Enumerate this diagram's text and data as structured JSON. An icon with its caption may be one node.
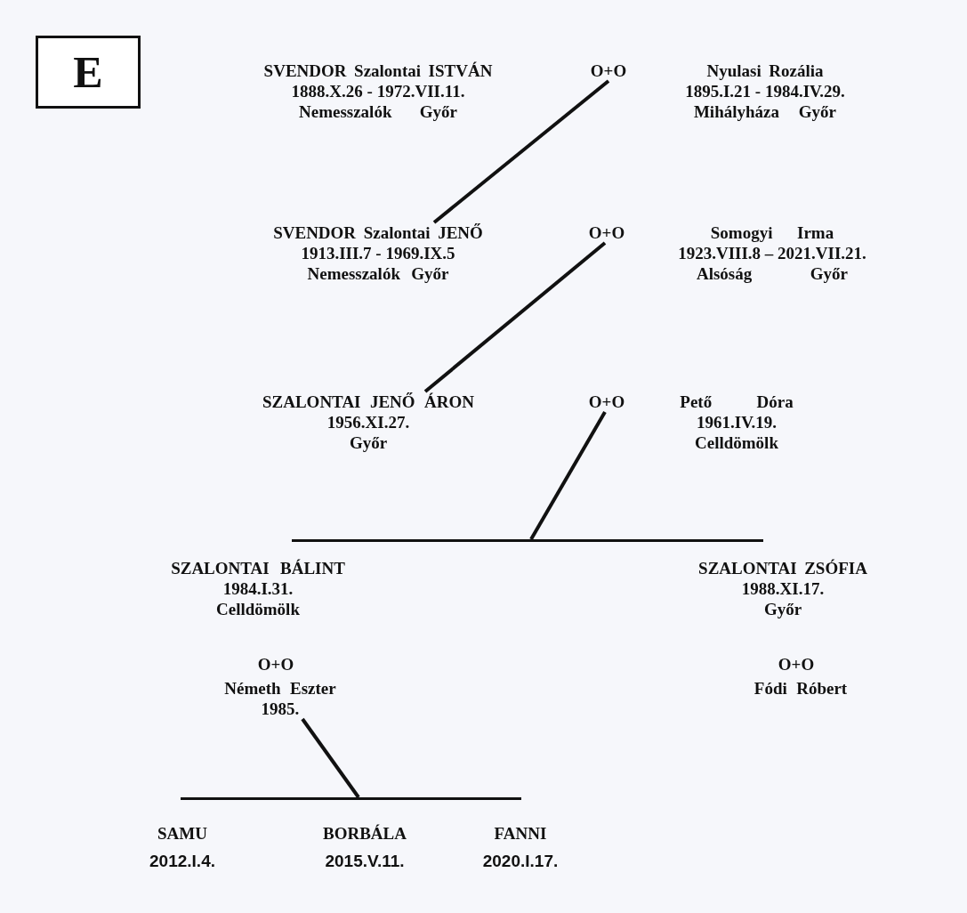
{
  "diagram": {
    "nodes": [
      {
        "text": [
          "E"
        ]
      },
      {
        "text": [
          "SVENDOR Szalontai ISTVÁN",
          "1888.X.26 - 1972.VII.11.",
          "Nemesszalók Győr"
        ]
      },
      {
        "text": [
          "O+O"
        ]
      },
      {
        "text": [
          "Nyulasi Rozália",
          "1895.I.21 - 1984.IV.29.",
          "Mihályháza Győr"
        ]
      },
      {
        "text": [
          "SVENDOR Szalontai JENŐ",
          "1913.III.7 - 1969.IX.5",
          "Nemesszalók Győr"
        ]
      },
      {
        "text": [
          "O+O"
        ]
      },
      {
        "text": [
          "Somogyi Irma",
          "1923.VIII.8 – 2021.VII.21.",
          "Alsóság Győr"
        ]
      },
      {
        "text": [
          "SZALONTAI JENŐ ÁRON",
          "1956.XI.27.",
          "Győr"
        ]
      },
      {
        "text": [
          "O+O"
        ]
      },
      {
        "text": [
          "Pető Dóra",
          "1961.IV.19.",
          "Celldömölk"
        ]
      },
      {
        "text": [],
        "shape": "bar"
      },
      {
        "text": [
          "SZALONTAI BÁLINT",
          "1984.I.31.",
          "Celldömölk"
        ]
      },
      {
        "text": [
          "SZALONTAI ZSÓFIA",
          "1988.XI.17.",
          "Győr"
        ]
      },
      {
        "text": [
          "O+O"
        ]
      },
      {
        "text": [
          "Németh Eszter",
          "1985."
        ]
      },
      {
        "text": [
          "O+O"
        ]
      },
      {
        "text": [
          "Fódi Róbert"
        ]
      },
      {
        "text": [],
        "shape": "bar"
      },
      {
        "text": [
          "SAMU",
          "2012.I.4."
        ]
      },
      {
        "text": [
          "BORBÁLA",
          "2015.V.11."
        ]
      },
      {
        "text": [
          "FANNI",
          "2020.I.17."
        ]
      }
    ],
    "edges": [
      {
        "from": 2,
        "to": 4,
        "arrow": "none"
      },
      {
        "from": 5,
        "to": 7,
        "arrow": "none"
      },
      {
        "from": 8,
        "to": 10,
        "arrow": "none"
      },
      {
        "from": 14,
        "to": 17,
        "arrow": "none"
      }
    ]
  }
}
